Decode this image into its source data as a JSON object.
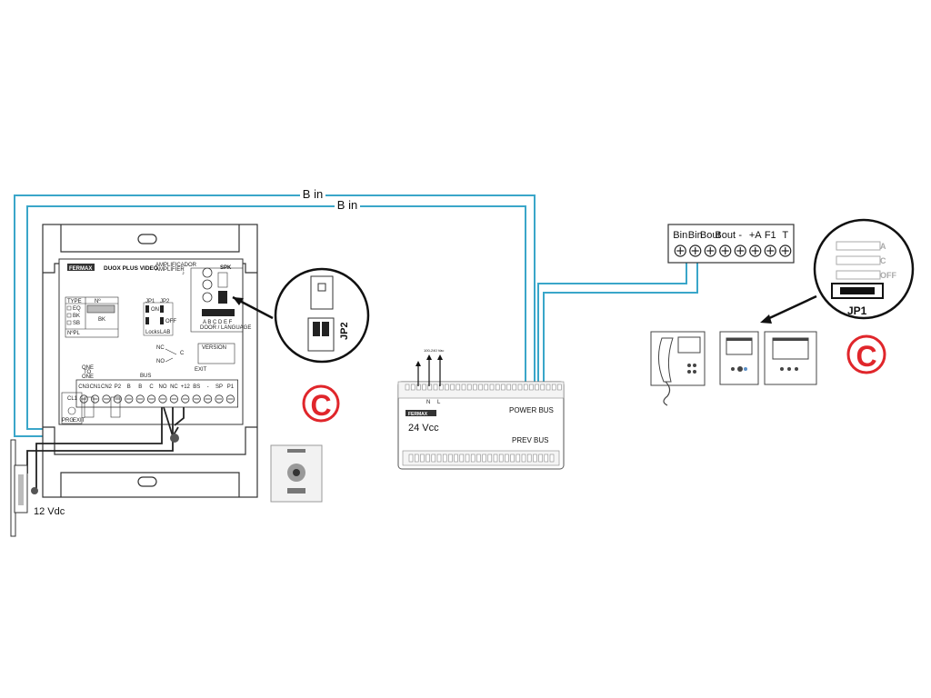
{
  "wires": {
    "bin_top": "B in",
    "bin_bottom": "B in",
    "color": "#3aa6c9"
  },
  "lock": {
    "voltage": "12 Vdc"
  },
  "panel": {
    "brand": "FERMAX",
    "model": "DUOX PLUS VIDEO",
    "model_sub_1": "AMPLIFICADOR",
    "model_sub_2": "AMPLIFIER",
    "type_header": "TYPE",
    "no_header": "Nº",
    "type_options": [
      "EQ",
      "BK",
      "SB"
    ],
    "bk_label": "BK",
    "npl_label": "NºPL",
    "jp1": "JP1",
    "jp2": "JP2",
    "jp_on": "ON",
    "jp_off": "OFF",
    "jp_locks": "Locks",
    "jp_lab": "LAB",
    "spk": "SPK",
    "spk_letters": "A B C D E F",
    "spk_sub": "DOOR / LANGUAGE",
    "nc": "NC",
    "no": "NO",
    "c": "C",
    "version": "VERSION",
    "one_to_one": [
      "ONE",
      "TO",
      "ONE"
    ],
    "bus": "BUS",
    "exit": "EXIT",
    "terminals": [
      "CN3",
      "CN1",
      "CN2",
      "P2",
      "B",
      "B",
      "C",
      "NO",
      "NC",
      "+12",
      "BS",
      "-",
      "SP",
      "P1"
    ],
    "cl1": "CL1",
    "prg": "PRG",
    "exit_small": "EXIT"
  },
  "zoom_jp2": {
    "label": "JP2"
  },
  "badge_left": {
    "letter": "C",
    "color": "#e0262b"
  },
  "badge_right": {
    "letter": "C",
    "color": "#e0262b"
  },
  "power": {
    "brand": "FERMAX",
    "voltage": "24 Vcc",
    "power_bus": "POWER BUS",
    "prev_bus": "PREV BUS",
    "input": "100-240 Vac",
    "input_terms": [
      "N",
      "L"
    ]
  },
  "monitor_terminal": {
    "labels": [
      "Bin",
      "Bin",
      "Bout",
      "Bout",
      "-",
      "+A",
      "F1",
      "T"
    ]
  },
  "jp1_zoom": {
    "options": [
      "A",
      "C",
      "OFF"
    ],
    "label": "JP1"
  }
}
